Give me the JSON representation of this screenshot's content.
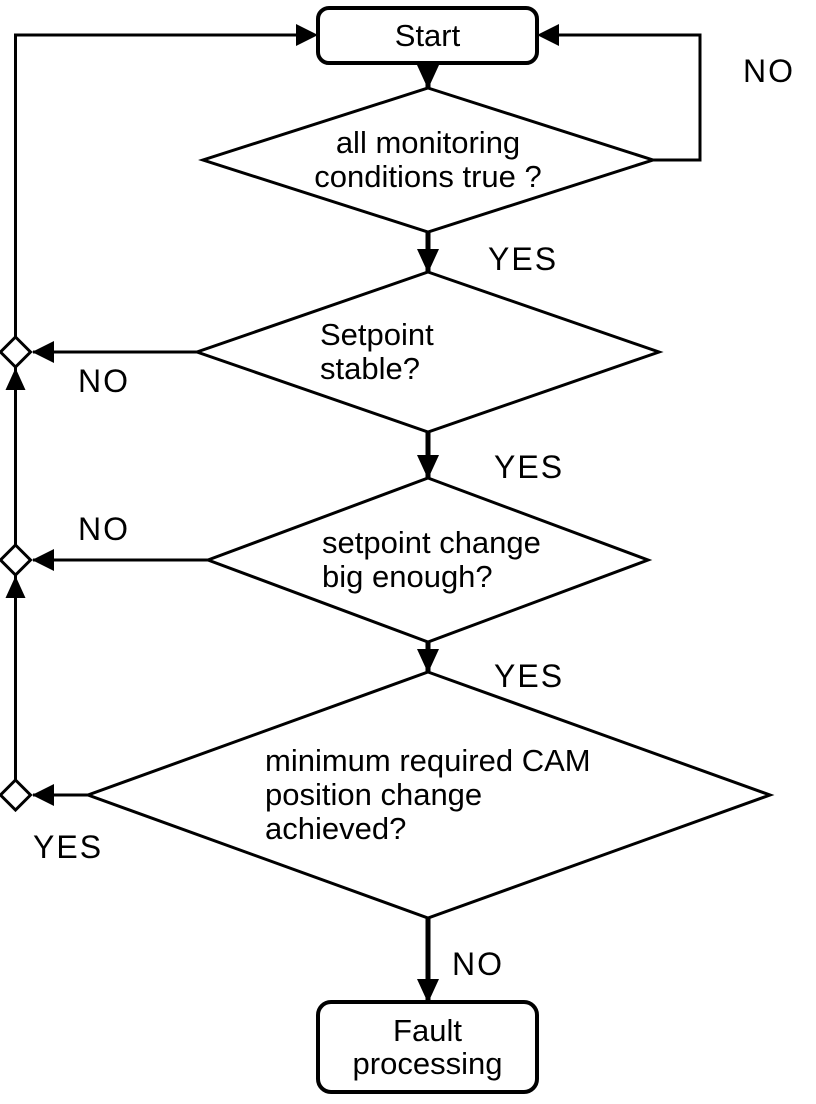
{
  "nodes": {
    "start": {
      "label": "Start"
    },
    "d1": {
      "lines": [
        "all monitoring",
        "conditions true ?"
      ]
    },
    "d2": {
      "lines": [
        "Setpoint",
        "stable?"
      ]
    },
    "d3": {
      "lines": [
        "setpoint change",
        "big enough?"
      ]
    },
    "d4": {
      "lines": [
        "minimum required CAM",
        "position change",
        "achieved?"
      ]
    },
    "fault": {
      "lines": [
        "Fault",
        "processing"
      ]
    }
  },
  "labels": {
    "no_top": "NO",
    "yes_1": "YES",
    "no_d2": "NO",
    "yes_2": "YES",
    "no_d3": "NO",
    "yes_3": "YES",
    "yes_d4": "YES",
    "no_bottom": "NO"
  },
  "colors": {
    "stroke": "#000000",
    "background": "#ffffff"
  }
}
